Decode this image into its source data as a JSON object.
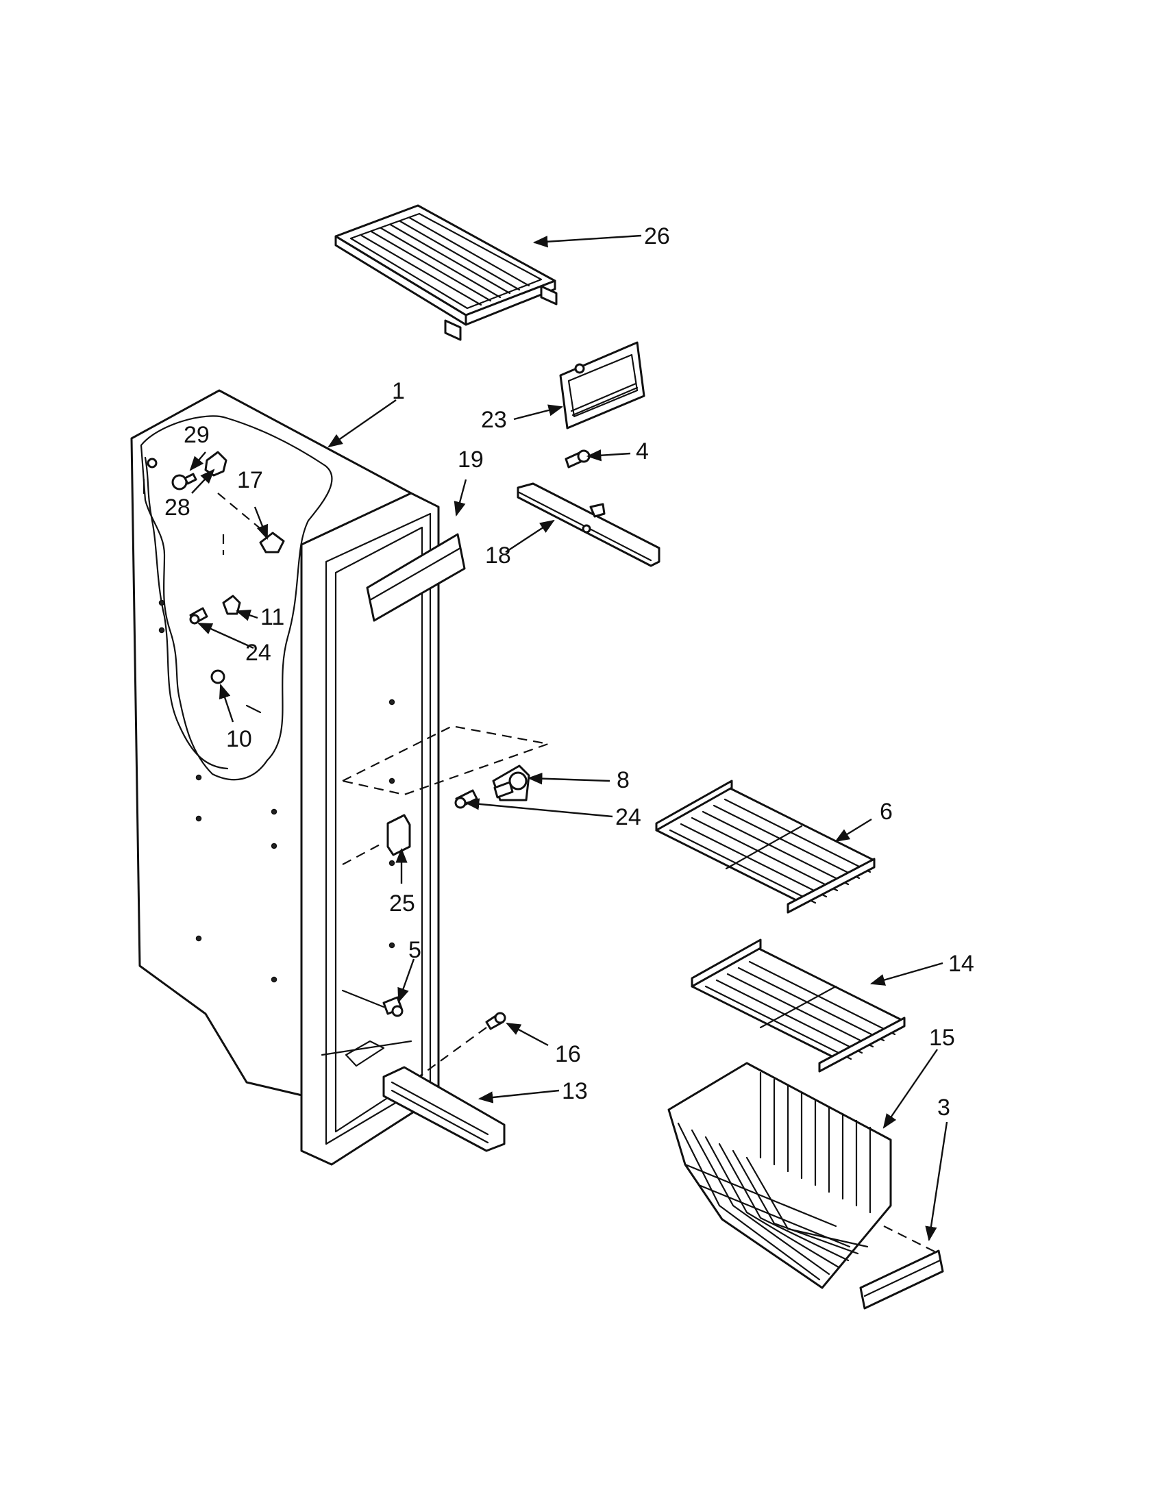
{
  "callouts": [
    {
      "id": "c1",
      "label": "1"
    },
    {
      "id": "c3",
      "label": "3"
    },
    {
      "id": "c4",
      "label": "4"
    },
    {
      "id": "c5",
      "label": "5"
    },
    {
      "id": "c6",
      "label": "6"
    },
    {
      "id": "c8",
      "label": "8"
    },
    {
      "id": "c10",
      "label": "10"
    },
    {
      "id": "c11",
      "label": "11"
    },
    {
      "id": "c13",
      "label": "13"
    },
    {
      "id": "c14",
      "label": "14"
    },
    {
      "id": "c15",
      "label": "15"
    },
    {
      "id": "c16",
      "label": "16"
    },
    {
      "id": "c17",
      "label": "17"
    },
    {
      "id": "c18",
      "label": "18"
    },
    {
      "id": "c19",
      "label": "19"
    },
    {
      "id": "c23",
      "label": "23"
    },
    {
      "id": "c24a",
      "label": "24"
    },
    {
      "id": "c24b",
      "label": "24"
    },
    {
      "id": "c25",
      "label": "25"
    },
    {
      "id": "c26",
      "label": "26"
    },
    {
      "id": "c28",
      "label": "28"
    },
    {
      "id": "c29",
      "label": "29"
    }
  ]
}
